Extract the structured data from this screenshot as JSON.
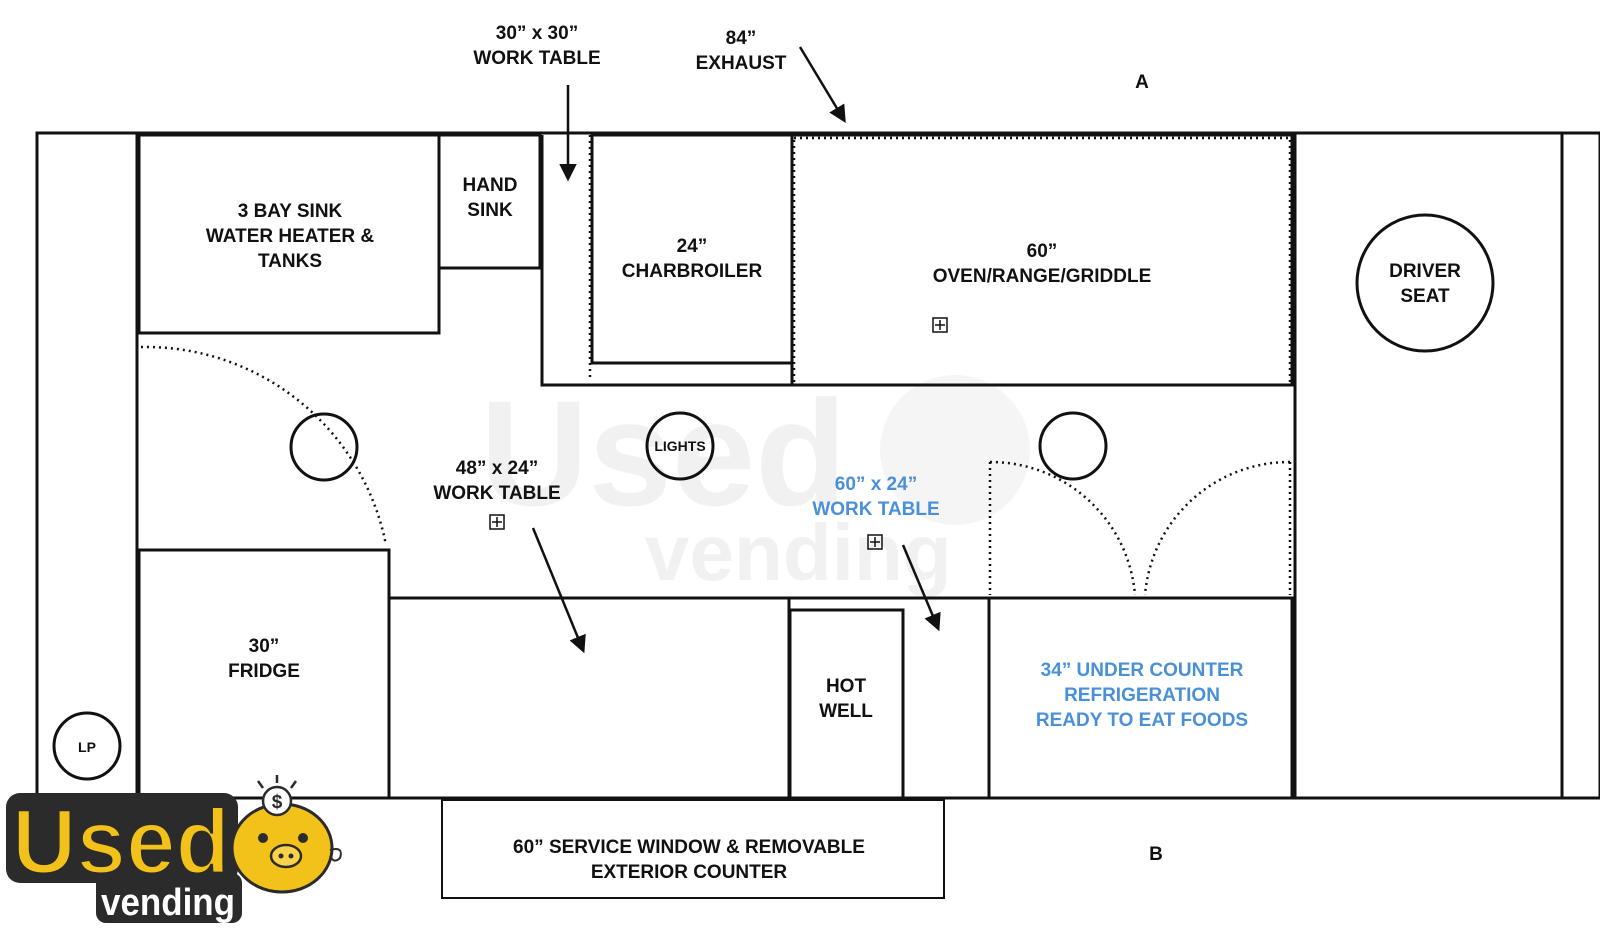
{
  "labels": {
    "side_a": "A",
    "side_b": "B",
    "work_table_30_dim": "30” x 30”",
    "work_table_30_name": "WORK TABLE",
    "exhaust_dim": "84”",
    "exhaust_name": "EXHAUST",
    "sink3_l1": "3 BAY SINK",
    "sink3_l2": "WATER HEATER &",
    "sink3_l3": "TANKS",
    "hand_sink_l1": "HAND",
    "hand_sink_l2": "SINK",
    "charbroiler_dim": "24”",
    "charbroiler_name": "CHARBROILER",
    "oven_dim": "60”",
    "oven_name": "OVEN/RANGE/GRIDDLE",
    "driver_l1": "DRIVER",
    "driver_l2": "SEAT",
    "lights": "LIGHTS",
    "work_table_48_dim": "48” x 24”",
    "work_table_48_name": "WORK TABLE",
    "work_table_60_dim": "60” x 24”",
    "work_table_60_name": "WORK TABLE",
    "fridge_dim": "30”",
    "fridge_name": "FRIDGE",
    "hot_well_l1": "HOT",
    "hot_well_l2": "WELL",
    "refrig_l1": "34” UNDER COUNTER",
    "refrig_l2": "REFRIGERATION",
    "refrig_l3": "READY TO EAT FOODS",
    "lp": "LP",
    "service_l1": "60” SERVICE WINDOW & REMOVABLE",
    "service_l2": "EXTERIOR COUNTER"
  },
  "logo": {
    "word1": "Used",
    "word2": "vending"
  },
  "colors": {
    "line": "#111111",
    "blue_text": "#4a90d9",
    "logo_yellow": "#f2c21b",
    "logo_dark": "#2b2b2b",
    "watermark": "#e6e6e6"
  }
}
